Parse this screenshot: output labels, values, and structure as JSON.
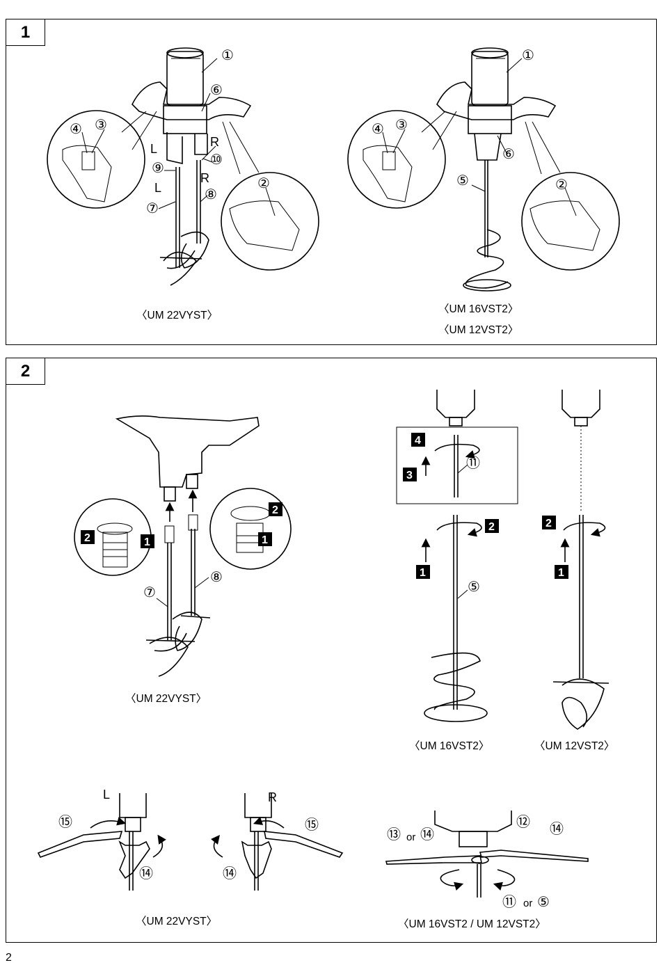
{
  "figures": [
    {
      "number": "1",
      "captions": {
        "left": "〈UM 22VYST〉",
        "right_top": "〈UM 16VST2〉",
        "right_bottom": "〈UM 12VST2〉"
      }
    },
    {
      "number": "2",
      "captions": {
        "top_left": "〈UM 22VYST〉",
        "top_middle": "〈UM 16VST2〉",
        "top_right": "〈UM 12VST2〉",
        "bottom_left": "〈UM 22VYST〉",
        "bottom_right": "〈UM 16VST2 / UM 12VST2〉"
      }
    }
  ],
  "callouts": {
    "c1": "①",
    "c2": "②",
    "c3": "③",
    "c4": "④",
    "c5": "⑤",
    "c6": "⑥",
    "c7": "⑦",
    "c8": "⑧",
    "c9": "⑨",
    "c10": "⑩",
    "c11": "⑪",
    "c12": "⑫",
    "c13": "⑬",
    "c14": "⑭",
    "c15": "⑮",
    "L": "L",
    "R": "R",
    "or": "or"
  },
  "steps": {
    "s1": "1",
    "s2": "2",
    "s3": "3",
    "s4": "4"
  },
  "page_number": "2"
}
